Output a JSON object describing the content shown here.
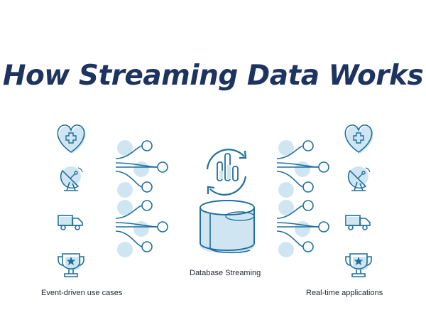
{
  "title": "How Streaming Data Works",
  "labels": {
    "left": "Event-driven use cases",
    "center": "Database Streaming",
    "right": "Real-time applications"
  },
  "icons": {
    "left": [
      "heart-cross-icon",
      "satellite-dish-icon",
      "truck-icon",
      "trophy-icon"
    ],
    "right": [
      "heart-cross-icon",
      "satellite-dish-icon",
      "truck-icon",
      "trophy-icon"
    ],
    "center": [
      "cycle-arrows-icon",
      "bar-chart-icon",
      "database-cylinder-icon"
    ]
  },
  "colors": {
    "title": "#1d3461",
    "line": "#1f6f9e",
    "shadow": "#cfe6f2",
    "text": "#222831"
  }
}
